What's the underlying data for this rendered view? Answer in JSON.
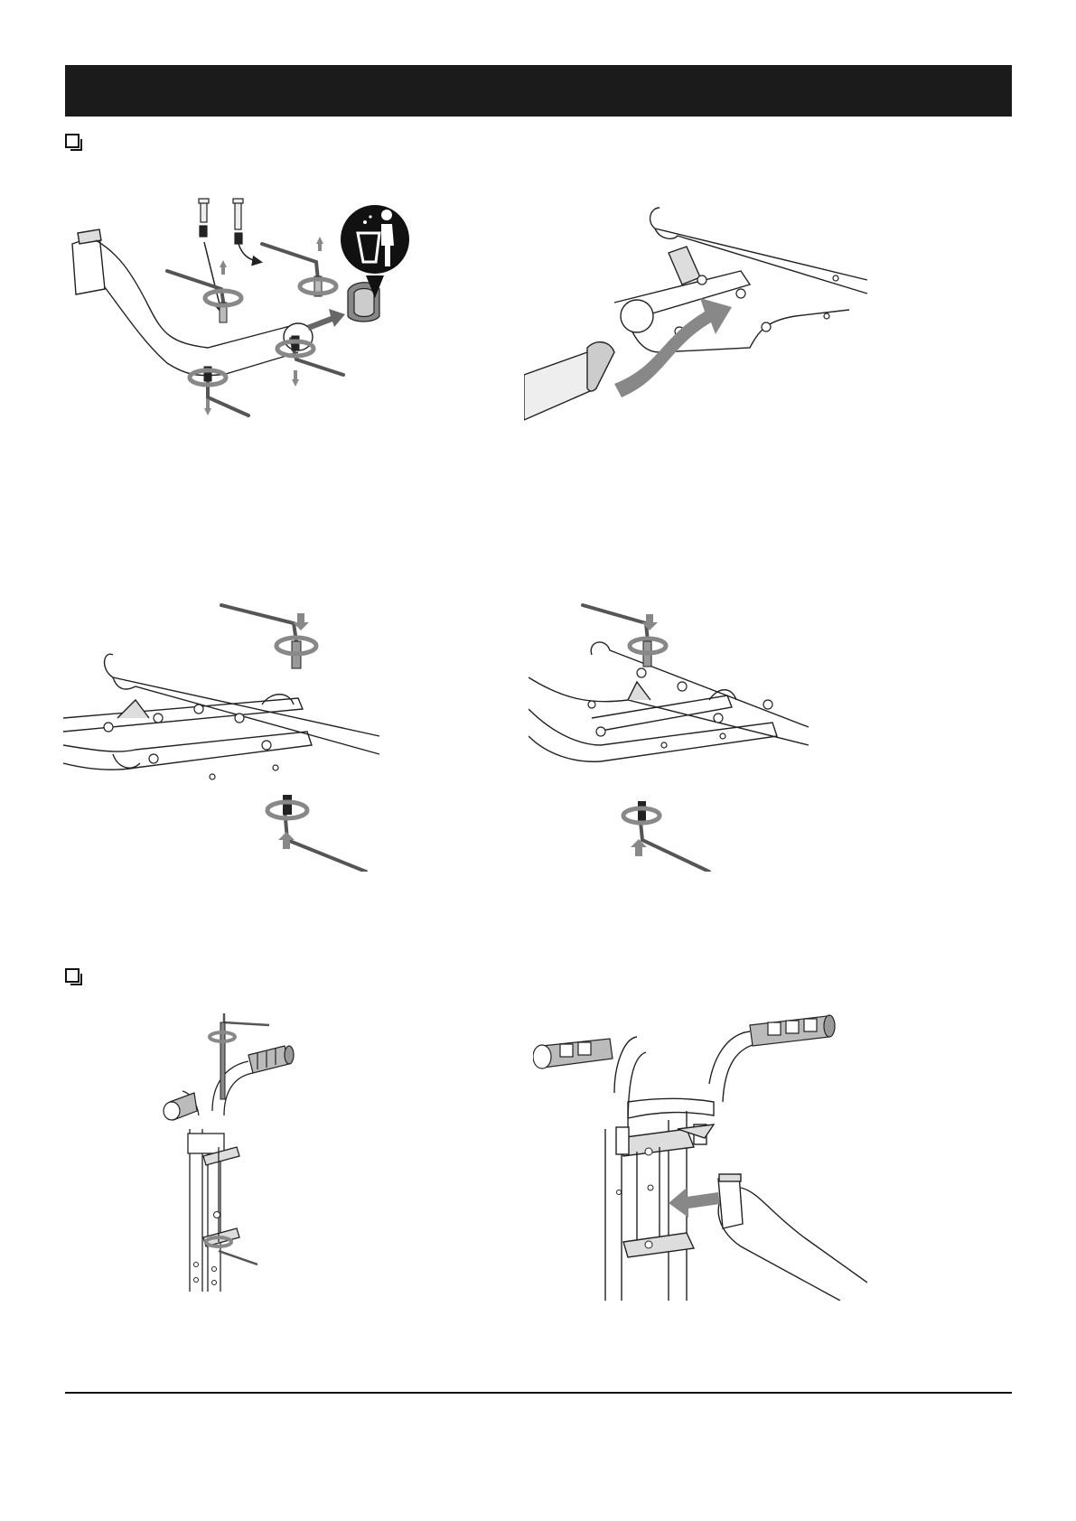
{
  "header": {
    "title": ""
  },
  "section_1": {
    "heading": ""
  },
  "section_2": {
    "heading": ""
  },
  "colors": {
    "header_bar": "#1b1b1b",
    "line": "#222222",
    "tool": "#666666",
    "arrow": "#8a8a8a",
    "trash_badge": "#111111"
  },
  "panels": [
    {
      "id": "remove-pins-and-clip",
      "icons": [
        "hex-key-icon",
        "bolt-icon",
        "rotate-arrow-icon",
        "trash-disposal-icon"
      ]
    },
    {
      "id": "slide-bracket-onto-tube",
      "icons": [
        "move-arrow-icon"
      ]
    },
    {
      "id": "tighten-front-bolts",
      "icons": [
        "hex-key-icon",
        "rotate-arrow-icon"
      ]
    },
    {
      "id": "tighten-rear-bolts",
      "icons": [
        "hex-key-icon",
        "rotate-arrow-icon"
      ]
    },
    {
      "id": "attach-handlebar-stem",
      "icons": [
        "hex-key-icon",
        "rotate-arrow-icon",
        "handle-grip-icon"
      ]
    },
    {
      "id": "insert-handlebar-into-frame",
      "icons": [
        "move-arrow-icon",
        "handle-grip-icon"
      ]
    }
  ]
}
